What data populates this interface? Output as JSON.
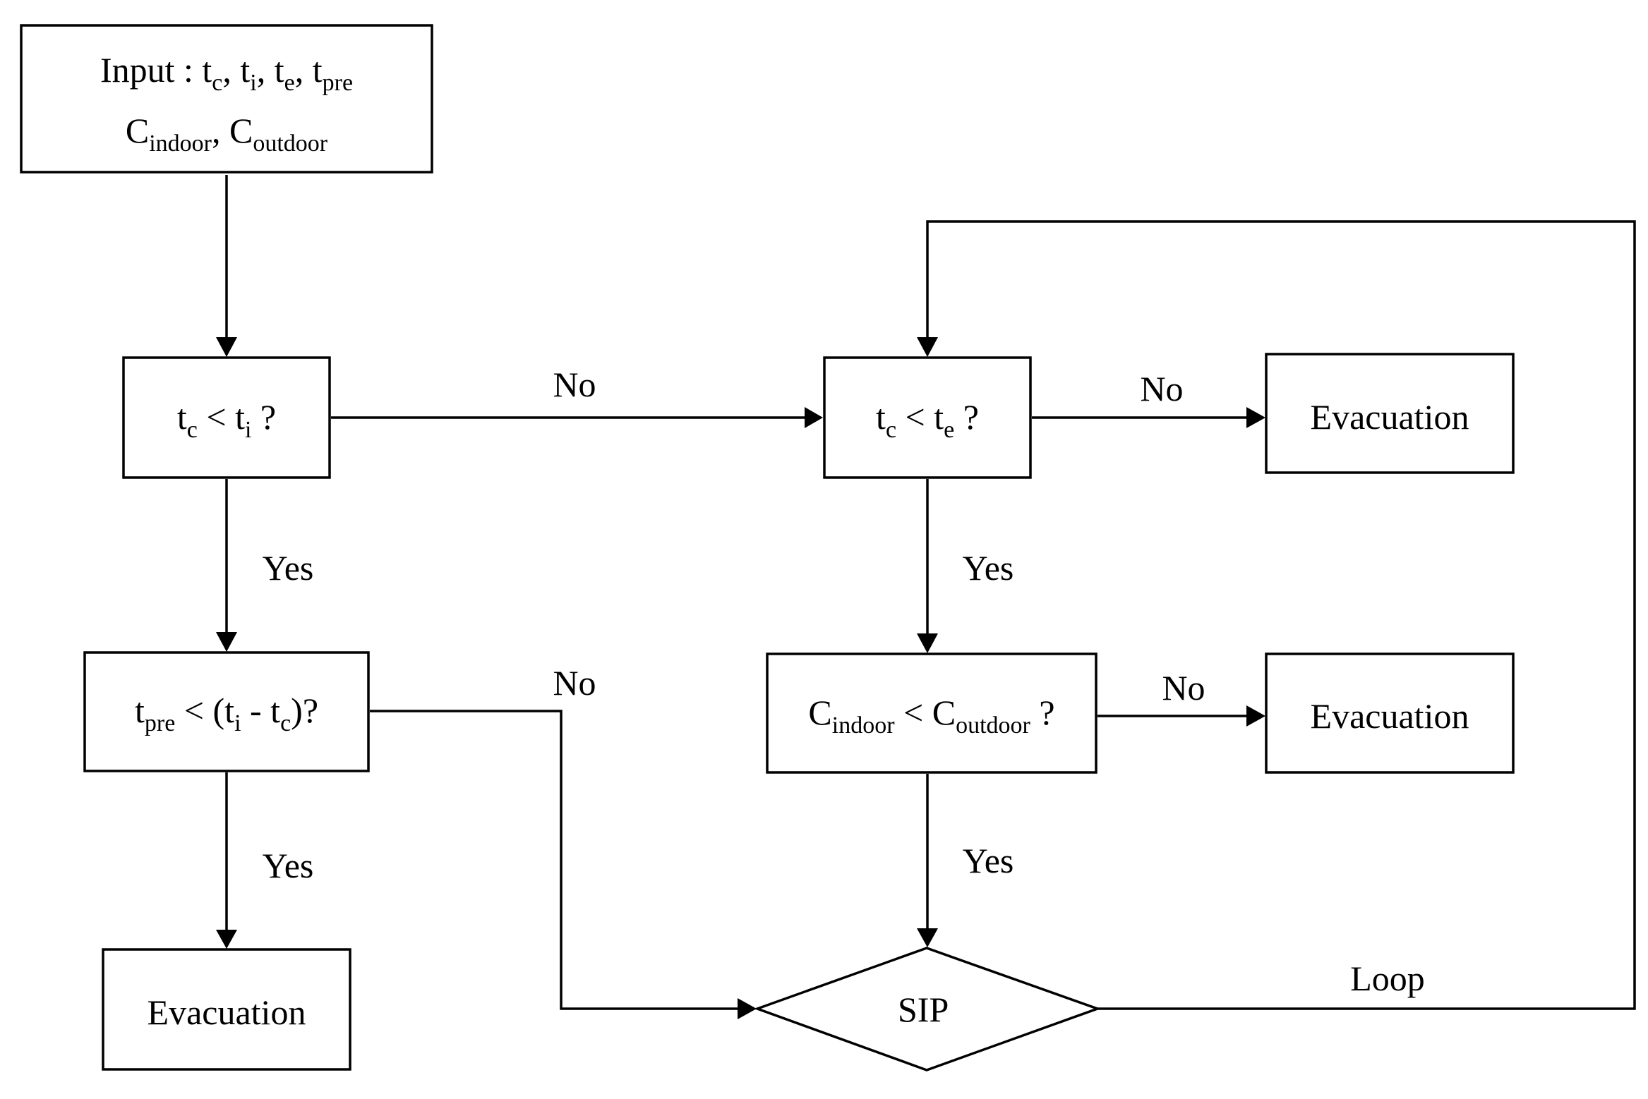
{
  "nodes": {
    "input": {
      "line1": {
        "prefix": "Input : ",
        "t": "t",
        "c": "c",
        "sep1": ", ",
        "i": "i",
        "sep2": ", ",
        "e": "e",
        "sep3": ", ",
        "pre": "pre"
      },
      "line2": {
        "C1": "C",
        "indoor": "indoor",
        "comma": ", ",
        "C2": "C",
        "outdoor": "outdoor"
      }
    },
    "cond_tc_ti": {
      "t1": "t",
      "c": "c",
      "op": " < ",
      "t2": "t",
      "i": "i",
      "q": " ?"
    },
    "cond_tc_te": {
      "t1": "t",
      "c": "c",
      "op": " < ",
      "t2": "t",
      "e": "e",
      "q": " ?"
    },
    "cond_tpre": {
      "t1": "t",
      "pre": "pre",
      "op": " < (",
      "t2": "t",
      "i": "i",
      "minus": " - ",
      "t3": "t",
      "c": "c",
      "close": ")?"
    },
    "cond_cindoor": {
      "C1": "C",
      "indoor": "indoor",
      "op": " < ",
      "C2": "C",
      "outdoor": "outdoor",
      "q": " ?"
    },
    "evac_top_right": "Evacuation",
    "evac_mid_right": "Evacuation",
    "evac_bottom_left": "Evacuation",
    "sip": "SIP"
  },
  "edge_labels": {
    "no_tcti": "No",
    "yes_tcti": "Yes",
    "no_tcte": "No",
    "yes_tcte": "Yes",
    "no_tpre": "No",
    "yes_tpre": "Yes",
    "no_cindoor": "No",
    "yes_cindoor": "Yes",
    "loop": "Loop"
  }
}
